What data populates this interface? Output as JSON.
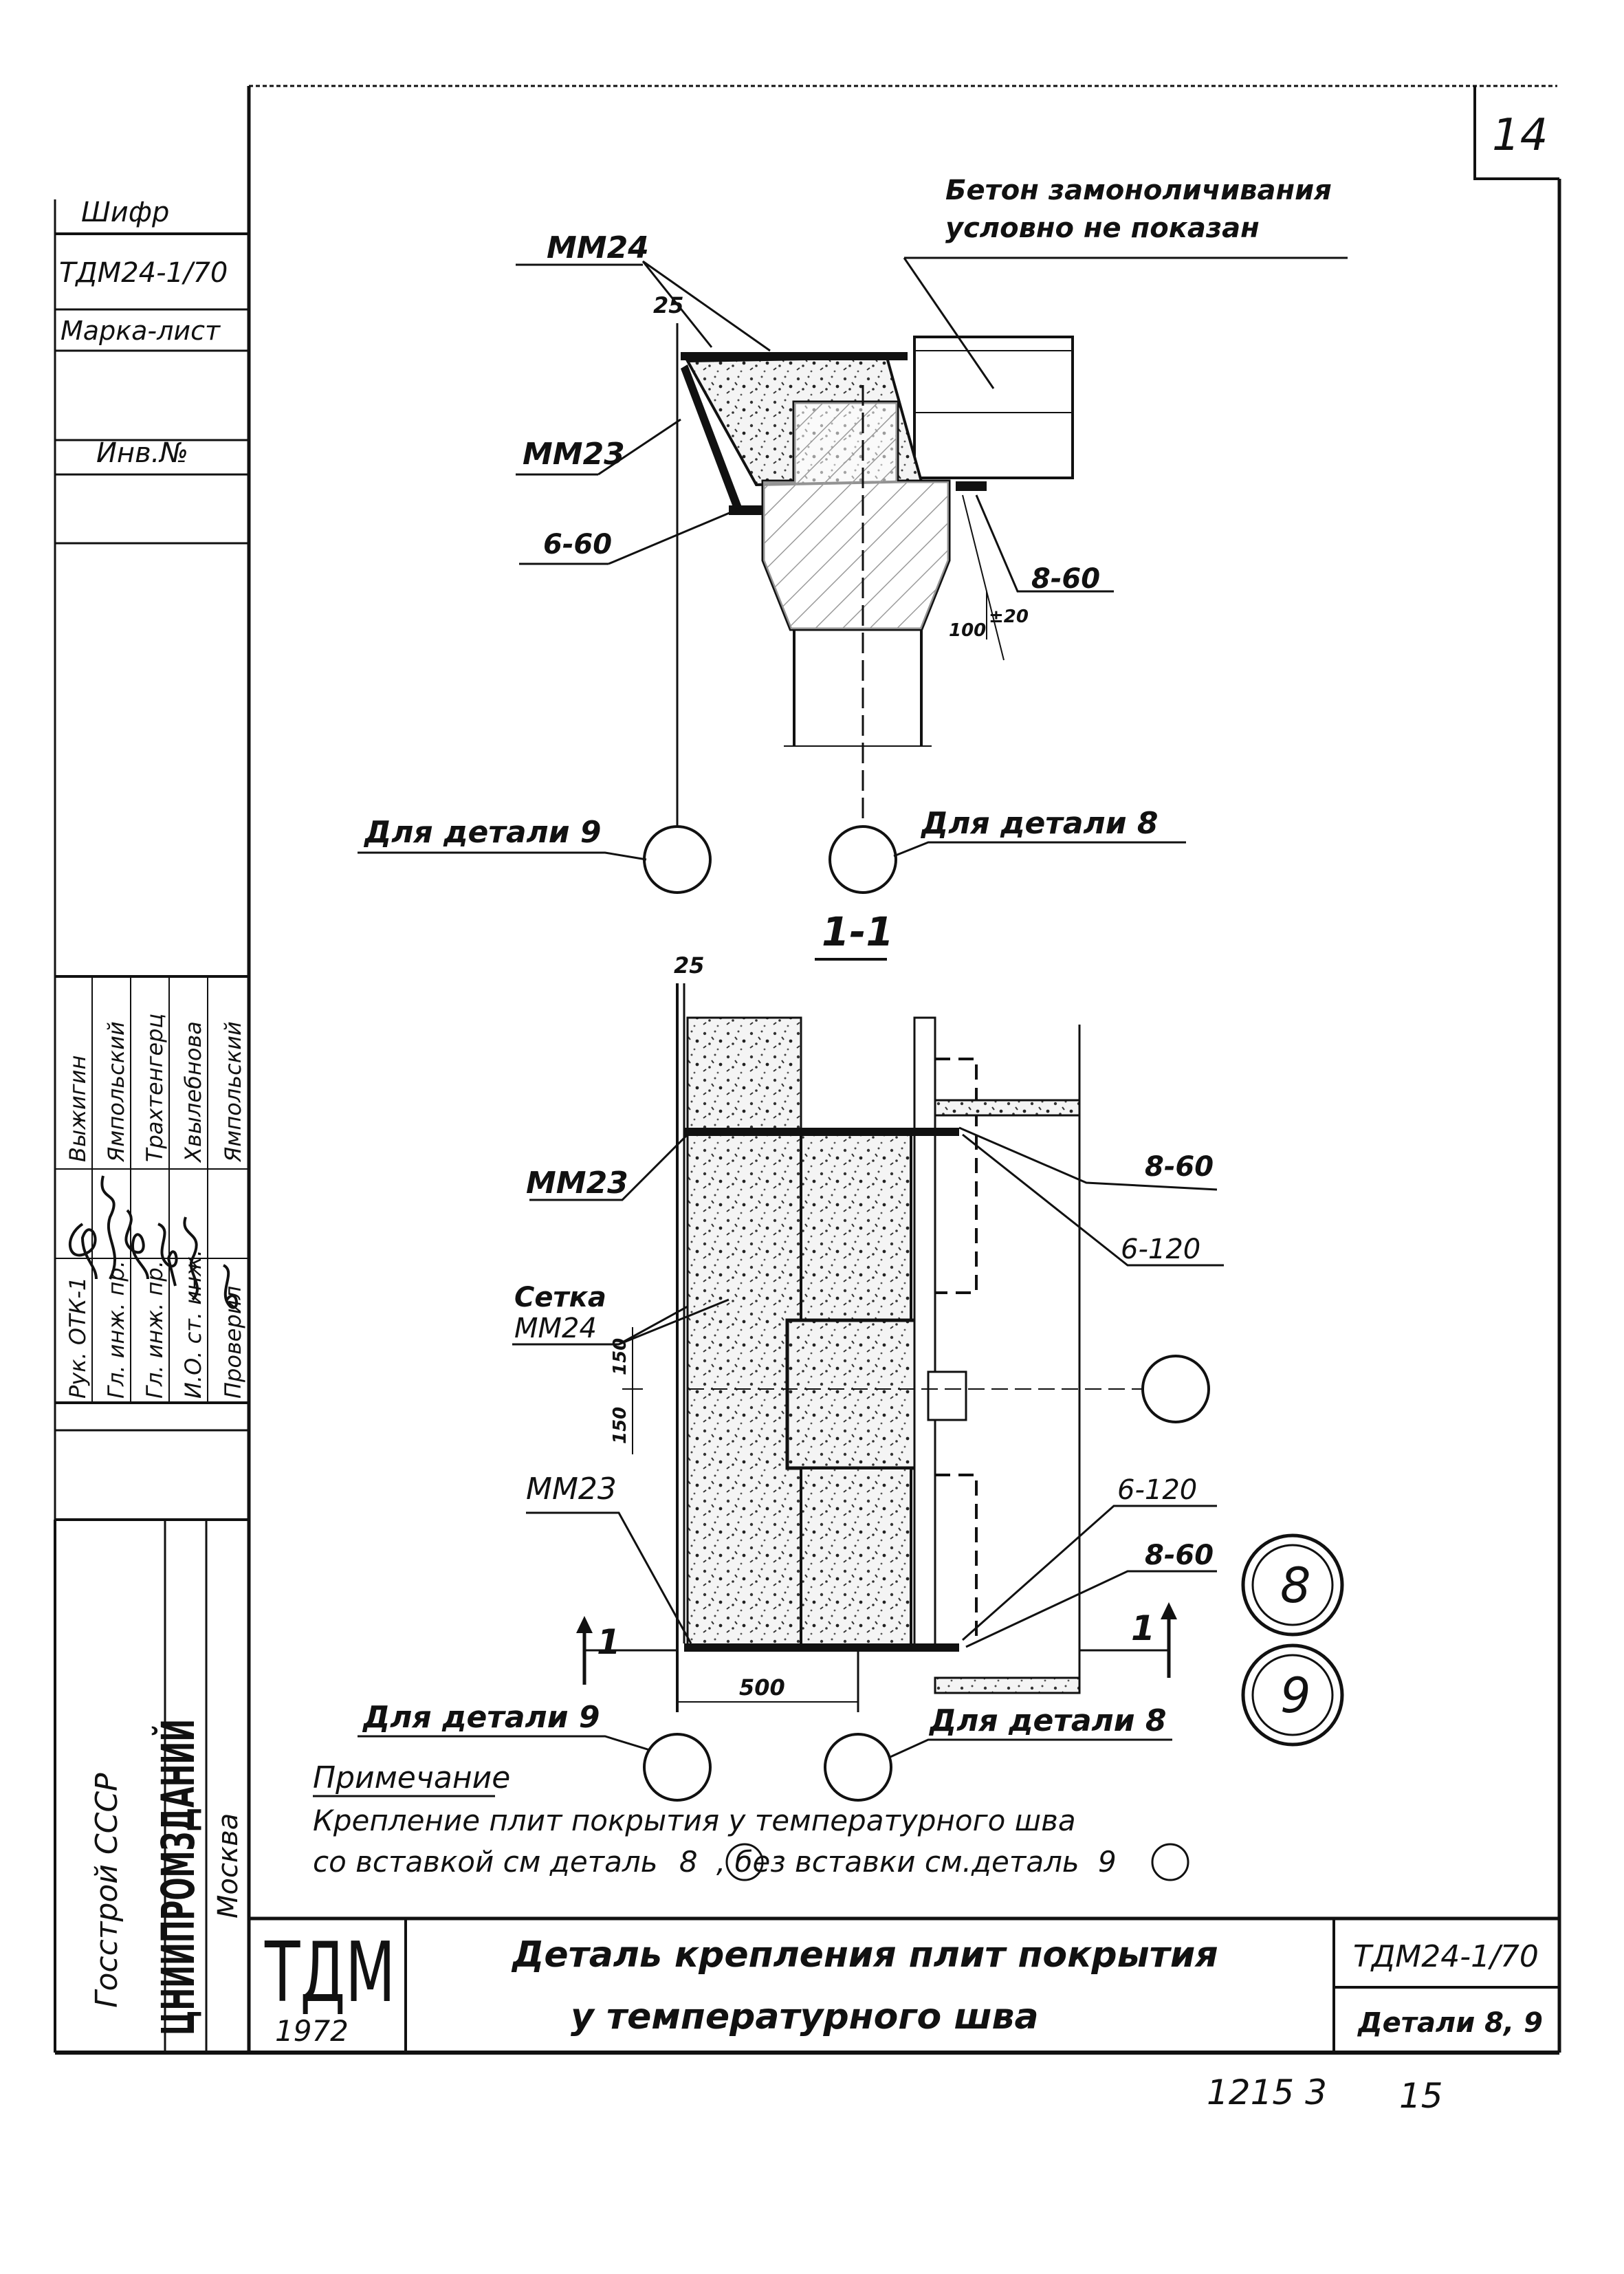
{
  "sheet": {
    "page_number": "14",
    "footer_left": "1215 3",
    "footer_right": "15"
  },
  "side_stamp": {
    "code_label": "Шифр",
    "code_value": "ТДМ24-1/70",
    "mark_label": "Марка-лист",
    "inv_label": "Инв.№",
    "roles": [
      "Рук. ОТК-1",
      "Гл. инж. пр.",
      "Гл. инж. пр.",
      "И.О. ст. инж.",
      "Проверил"
    ],
    "names": [
      "Выжигин",
      "Ямпольский",
      "Трахтенгерц",
      "Хвылебнова",
      "Ямпольский"
    ],
    "org_top": "Госстрой СССР",
    "org_main": "ЦНИИПРОМЗДАНИЙ",
    "org_city": "Москва"
  },
  "top_view": {
    "note_line1": "Бетон замоноличивания",
    "note_line2": "условно не показан",
    "labels": {
      "mm24": "ММ24",
      "mm23": "ММ23",
      "weld_left": "6-60",
      "weld_right": "8-60",
      "dim_25": "25",
      "dim_100": "100",
      "dim_pm20": "±20"
    },
    "callout_left": "Для детали 9",
    "callout_right": "Для детали 8"
  },
  "section_view": {
    "title": "1-1",
    "labels": {
      "mm23_top": "ММ23",
      "mm23_bottom": "ММ23",
      "setka_line1": "Сетка",
      "setka_line2": "ММ24",
      "weld_860_top": "8-60",
      "weld_6120_top": "6-120",
      "weld_6120_bottom": "6-120",
      "weld_860_bottom": "8-60",
      "dim_25": "25",
      "dim_150a": "150",
      "dim_150b": "150",
      "dim_500": "500",
      "cut_mark": "1"
    },
    "callout_left": "Для детали 9",
    "callout_right": "Для детали 8",
    "detail_8": "8",
    "detail_9": "9"
  },
  "note": {
    "heading": "Примечание",
    "line1": "Крепление плит покрытия у температурного шва",
    "line2": "со вставкой см деталь",
    "ref1": "8",
    "line2b": ", без вставки см.деталь",
    "ref2": "9"
  },
  "title_block": {
    "logo": "ТДМ",
    "year": "1972",
    "title_line1": "Деталь крепления плит покрытия",
    "title_line2": "у температурного шва",
    "code": "ТДМ24-1/70",
    "sheet_name": "Детали 8, 9"
  }
}
